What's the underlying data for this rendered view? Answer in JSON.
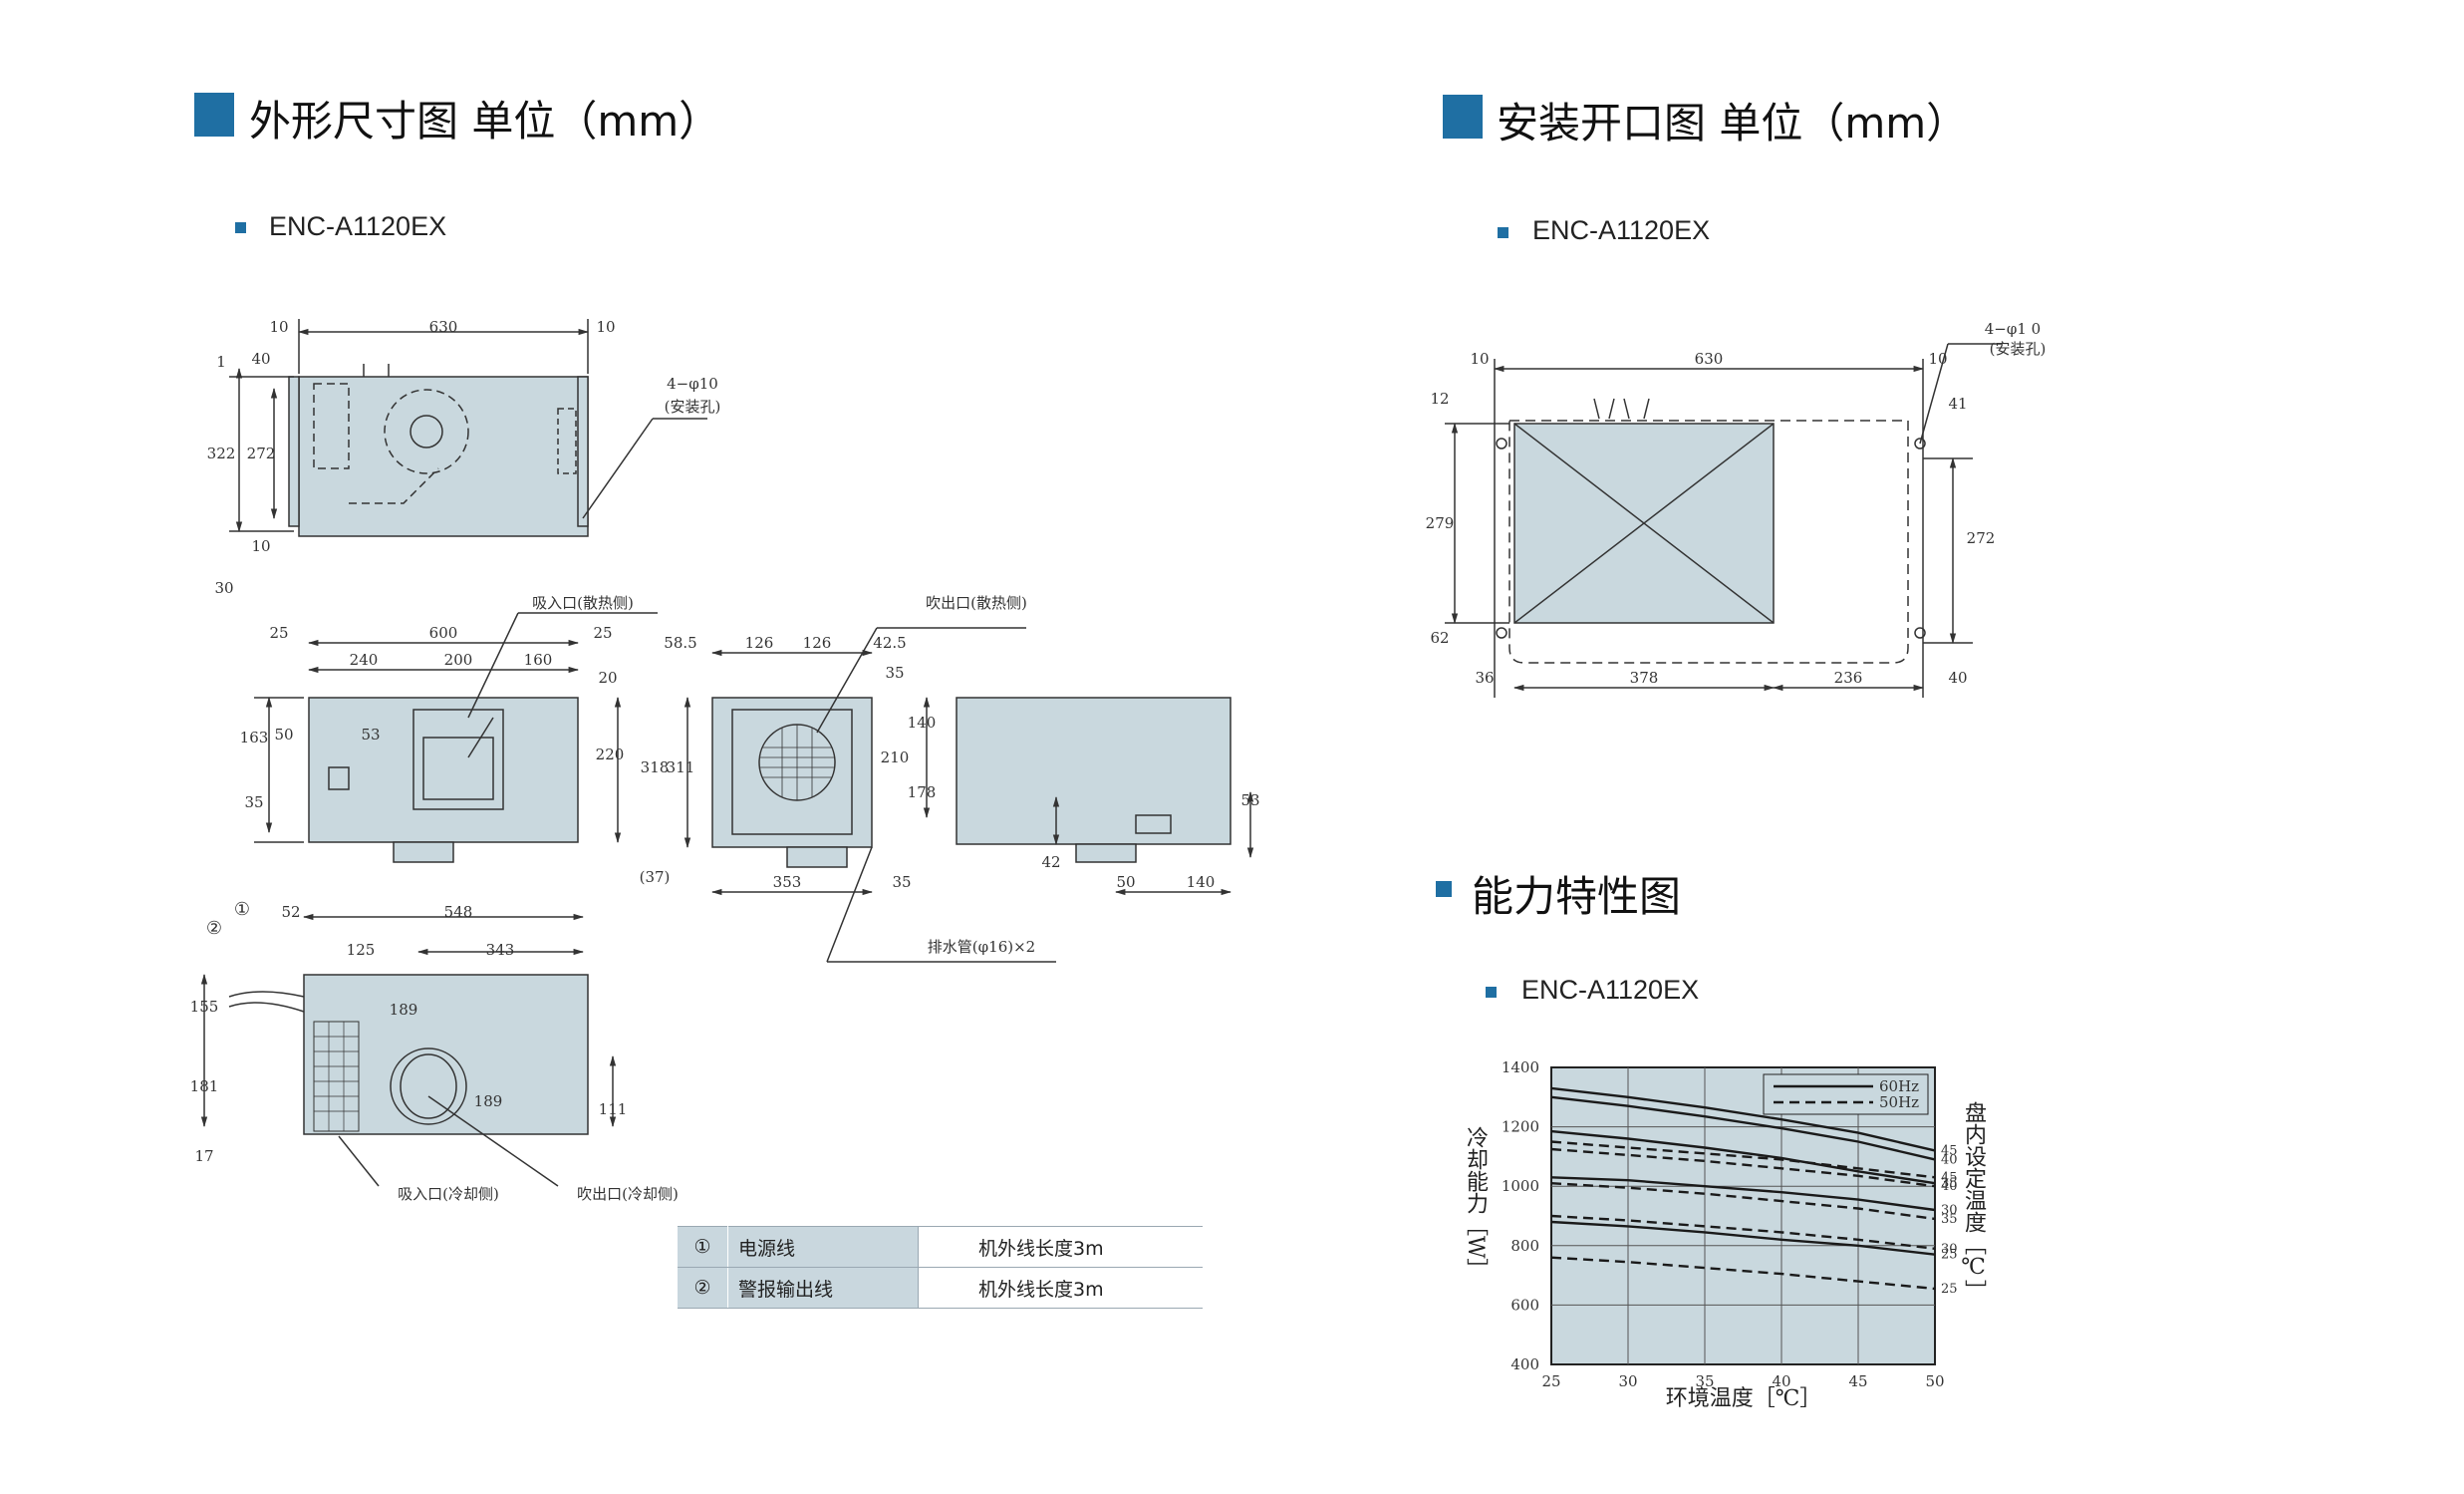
{
  "section_left": {
    "title": "外形尺寸图 单位（mm）",
    "model": "ENC-A1120EX"
  },
  "section_right_top": {
    "title": "安装开口图 单位（mm）",
    "model": "ENC-A1120EX"
  },
  "section_right_bottom": {
    "title": "能力特性图",
    "model": "ENC-A1120EX"
  },
  "dims": {
    "top_view": {
      "d10a": "10",
      "d630": "630",
      "d10b": "10",
      "d1": "1",
      "d40": "40",
      "d322": "322",
      "d272": "272",
      "d10c": "10",
      "d30": "30",
      "hole": "4−φ10",
      "hole_note": "(安装孔)"
    },
    "front_view": {
      "intake": "吸入口(散热侧)",
      "d25a": "25",
      "d600": "600",
      "d25b": "25",
      "d240": "240",
      "d200": "200",
      "d160": "160",
      "d20": "20",
      "d163": "163",
      "d50": "50",
      "d53": "53",
      "d220": "220",
      "d35": "35"
    },
    "side_view": {
      "outlet": "吹出口(散热侧)",
      "d58_5": "58.5",
      "d126a": "126",
      "d126b": "126",
      "d42_5": "42.5",
      "d35a": "35",
      "d140": "140",
      "d210": "210",
      "d178": "178",
      "d318": "318",
      "d311": "311",
      "d37": "(37)",
      "d353": "353",
      "d35b": "35"
    },
    "back_view": {
      "d53": "53",
      "d42": "42",
      "d50": "50",
      "d140": "140"
    },
    "drain": "排水管(φ16)×2",
    "bottom_view": {
      "c1": "①",
      "c2": "②",
      "d52": "52",
      "d548": "548",
      "d125": "125",
      "d343": "343",
      "d155": "155",
      "d189a": "189",
      "d181": "181",
      "d189b": "189",
      "d111": "111",
      "d17": "17",
      "intake": "吸入口(冷却侧)",
      "outlet": "吹出口(冷却侧)"
    }
  },
  "legend_table": [
    {
      "num": "①",
      "name": "电源线",
      "value": "机外线长度3m"
    },
    {
      "num": "②",
      "name": "警报输出线",
      "value": "机外线长度3m"
    }
  ],
  "cutout": {
    "d10a": "10",
    "d630": "630",
    "d10b": "10",
    "hole": "4−φ1 0",
    "hole_note": "(安装孔)",
    "d12": "12",
    "d41": "41",
    "d279": "279",
    "d272": "272",
    "d62": "62",
    "d36": "36",
    "d378": "378",
    "d236": "236",
    "d40": "40"
  },
  "chart_data": {
    "type": "line",
    "title": "",
    "xlabel": "环境温度［℃］",
    "ylabel": "冷却能力［W］",
    "right_label": "盘内设定温度［℃］",
    "x_ticks": [
      "25",
      "30",
      "35",
      "40",
      "45",
      "50"
    ],
    "y_ticks": [
      "400",
      "600",
      "800",
      "1000",
      "1200",
      "1400"
    ],
    "xlim": [
      25,
      50
    ],
    "ylim": [
      400,
      1400
    ],
    "grid": true,
    "legend_position": "top-right",
    "legend": [
      {
        "label": "60Hz",
        "style": "solid"
      },
      {
        "label": "50Hz",
        "style": "dashed"
      }
    ],
    "colors": {
      "plot_bg": "#c9d8de",
      "line": "#1a1a1a",
      "accent": "#1f6fa3"
    },
    "series": [
      {
        "label": "45",
        "freq": "60Hz",
        "x": [
          25,
          30,
          35,
          40,
          45,
          50
        ],
        "y": [
          1330,
          1300,
          1265,
          1225,
          1180,
          1120
        ]
      },
      {
        "label": "40",
        "freq": "60Hz",
        "x": [
          25,
          30,
          35,
          40,
          45,
          50
        ],
        "y": [
          1300,
          1270,
          1235,
          1195,
          1150,
          1090
        ]
      },
      {
        "label": "35",
        "freq": "60Hz",
        "x": [
          25,
          30,
          35,
          40,
          45,
          50
        ],
        "y": [
          1185,
          1160,
          1130,
          1095,
          1050,
          1010
        ]
      },
      {
        "label": "30",
        "freq": "60Hz",
        "x": [
          25,
          30,
          35,
          40,
          45,
          50
        ],
        "y": [
          1030,
          1020,
          1000,
          980,
          955,
          920
        ]
      },
      {
        "label": "25",
        "freq": "60Hz",
        "x": [
          25,
          30,
          35,
          40,
          45,
          50
        ],
        "y": [
          880,
          865,
          845,
          820,
          800,
          770
        ]
      },
      {
        "label": "45",
        "freq": "50Hz",
        "x": [
          25,
          30,
          35,
          40,
          45,
          50
        ],
        "y": [
          1150,
          1130,
          1110,
          1090,
          1060,
          1030
        ]
      },
      {
        "label": "40",
        "freq": "50Hz",
        "x": [
          25,
          30,
          35,
          40,
          45,
          50
        ],
        "y": [
          1125,
          1105,
          1085,
          1060,
          1035,
          1000
        ]
      },
      {
        "label": "35",
        "freq": "50Hz",
        "x": [
          25,
          30,
          35,
          40,
          45,
          50
        ],
        "y": [
          1010,
          995,
          975,
          950,
          925,
          890
        ]
      },
      {
        "label": "30",
        "freq": "50Hz",
        "x": [
          25,
          30,
          35,
          40,
          45,
          50
        ],
        "y": [
          900,
          885,
          865,
          845,
          820,
          790
        ]
      },
      {
        "label": "25",
        "freq": "50Hz",
        "x": [
          25,
          30,
          35,
          40,
          45,
          50
        ],
        "y": [
          760,
          745,
          725,
          705,
          680,
          655
        ]
      }
    ]
  }
}
